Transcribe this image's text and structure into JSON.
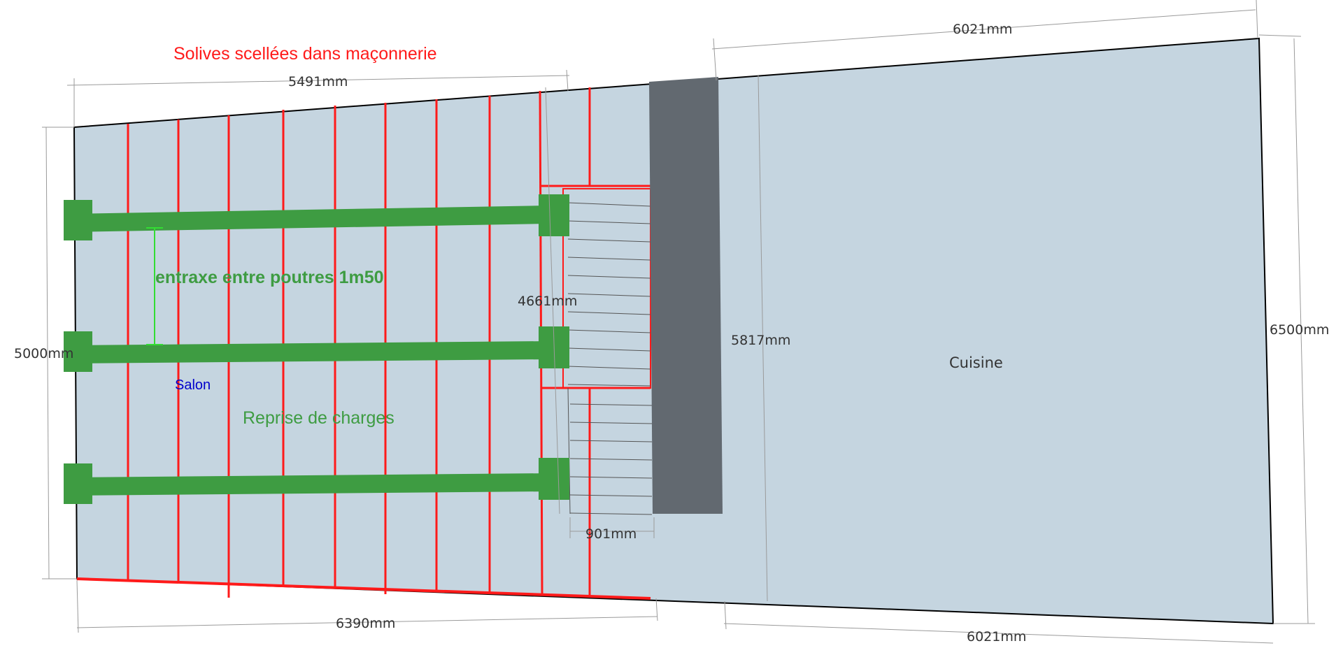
{
  "annotations": {
    "title": "Solives scellées dans maçonnerie",
    "beam_spacing": "entraxe entre poutres 1m50",
    "load_transfer": "Reprise de charges"
  },
  "rooms": {
    "living_room": "Salon",
    "kitchen": "Cuisine"
  },
  "dimensions": {
    "top_left": "5491mm",
    "top_right": "6021mm",
    "left": "5000mm",
    "stair_height": "4661mm",
    "partition": "5817mm",
    "right": "6500mm",
    "stair_width": "901mm",
    "bottom_left": "6390mm",
    "bottom_right": "6021mm"
  },
  "colors": {
    "floor": "#c5d5e0",
    "joists": "#ff1a1a",
    "beams": "#3e9c42",
    "wall": "#626970",
    "outline": "#000000"
  }
}
